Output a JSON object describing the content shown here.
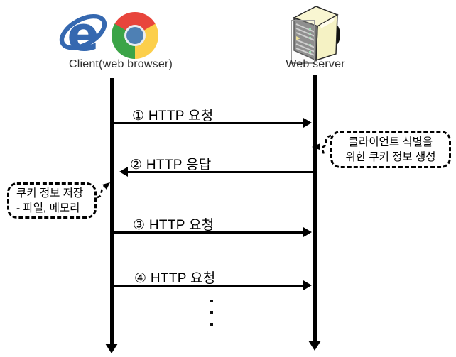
{
  "actors": {
    "client": {
      "label": "Client(web browser)",
      "icons": [
        "internet-explorer-icon",
        "chrome-icon"
      ]
    },
    "server": {
      "label": "Web server",
      "icon": "server-tower-icon"
    }
  },
  "messages": [
    {
      "id": 1,
      "label": "① HTTP 요청",
      "from": "client",
      "to": "server"
    },
    {
      "id": 2,
      "label": "② HTTP 응답",
      "from": "server",
      "to": "client"
    },
    {
      "id": 3,
      "label": "③ HTTP 요청",
      "from": "client",
      "to": "server"
    },
    {
      "id": 4,
      "label": "④ HTTP 요청",
      "from": "client",
      "to": "server"
    }
  ],
  "notes": {
    "server_note": {
      "line1": "클라이언트 식별을",
      "line2": "위한 쿠키 정보 생성",
      "attached_to": "server-lifeline"
    },
    "client_note": {
      "line1": "쿠키 정보 저장",
      "line2": "- 파일, 메모리",
      "attached_to": "client-lifeline"
    }
  },
  "ellipsis": {
    "type": "vertical-dots",
    "count": 3
  },
  "colors": {
    "background": "#ffffff",
    "line": "#000000",
    "actor_label_text": "#2d2d2d",
    "ie_blue": "#3568b0",
    "chrome_red": "#e8453c",
    "chrome_yellow": "#fccf4b",
    "chrome_green": "#3ba447",
    "chrome_hub_blue": "#4e80b4",
    "chrome_ring": "#e9edf2",
    "server_body_yellow": "#f5f2c4",
    "server_front_gray": "#6e6e6e"
  }
}
